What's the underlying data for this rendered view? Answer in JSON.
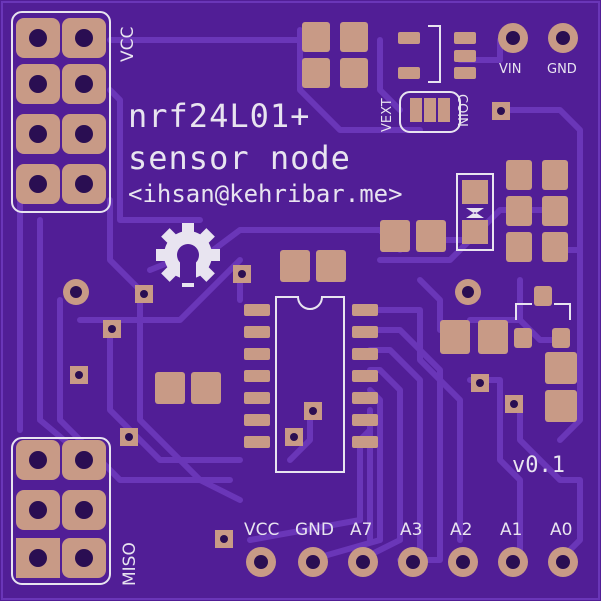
{
  "board": {
    "title_line1": "nrf24L01+",
    "title_line2": "sensor node",
    "email": "<ihsan@kehribar.me>",
    "version": "v0.1",
    "label_vcc_left": "VCC",
    "label_miso": "MISO",
    "label_vin": "VIN",
    "label_gnd_top": "GND",
    "label_vext": "VEXT",
    "label_coin": "COIN",
    "bottom_pins": [
      "VCC",
      "GND",
      "A7",
      "A3",
      "A2",
      "A1",
      "A0"
    ]
  },
  "colors": {
    "board": "#511e96",
    "trace": "#6a36b8",
    "pad": "#c89a86",
    "hole": "#2a0e52",
    "silk": "#e8e4f0"
  },
  "icons": {
    "logo": "oshw-gear-icon"
  }
}
